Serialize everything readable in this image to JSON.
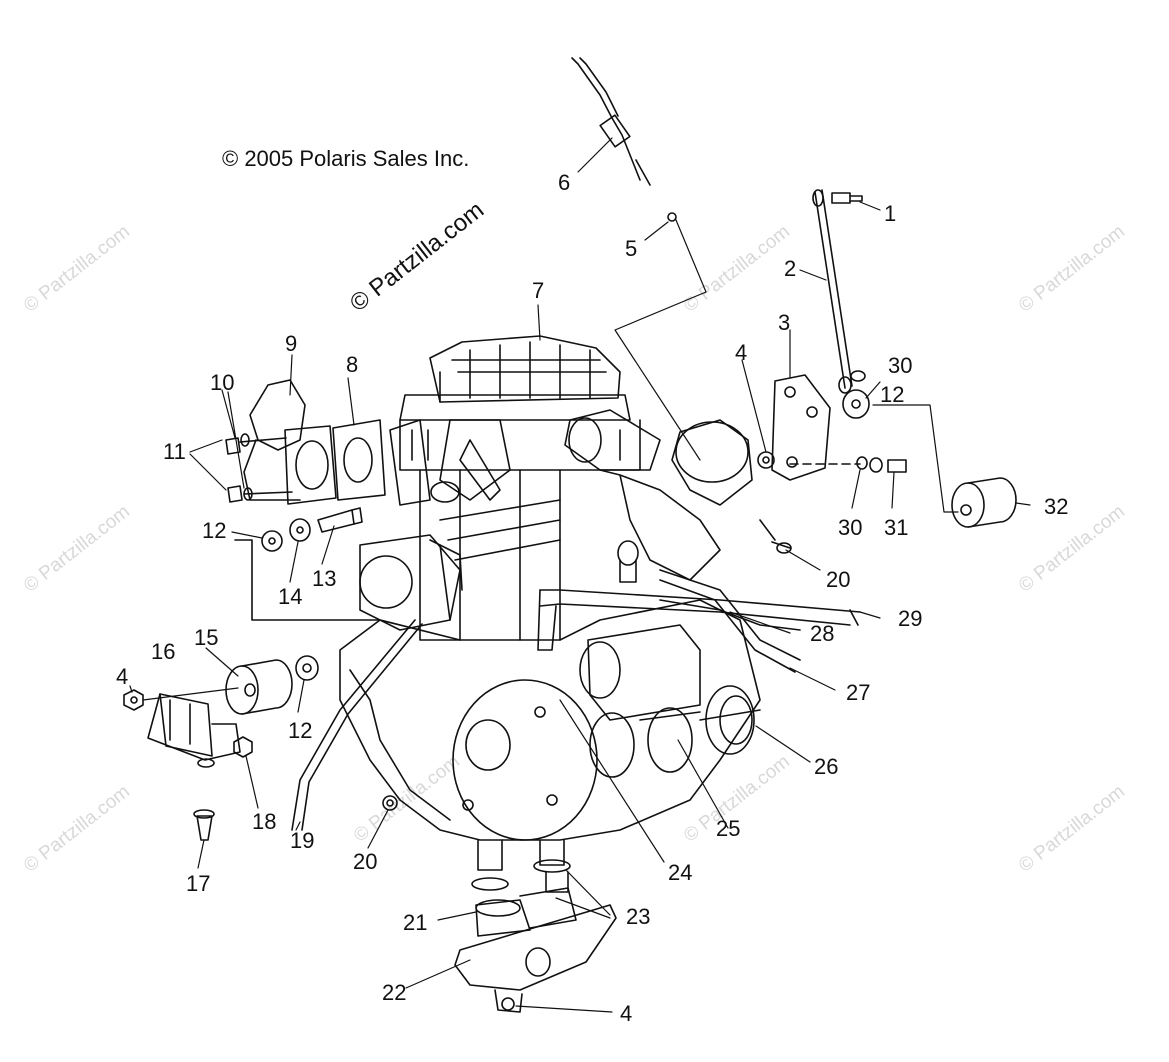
{
  "copyright": "© 2005 Polaris Sales Inc.",
  "watermark_main": "© Partzilla.com",
  "watermark_faint": "© Partzilla.com",
  "callouts": [
    "1",
    "2",
    "3",
    "4",
    "5",
    "6",
    "7",
    "8",
    "9",
    "10",
    "11",
    "12",
    "12",
    "12",
    "13",
    "14",
    "15",
    "16",
    "4",
    "17",
    "18",
    "19",
    "20",
    "20",
    "21",
    "22",
    "4",
    "23",
    "24",
    "25",
    "26",
    "27",
    "28",
    "29",
    "30",
    "30",
    "31",
    "32"
  ],
  "colors": {
    "line": "#111111",
    "watermark": "#d8d8d8",
    "background": "#ffffff"
  }
}
